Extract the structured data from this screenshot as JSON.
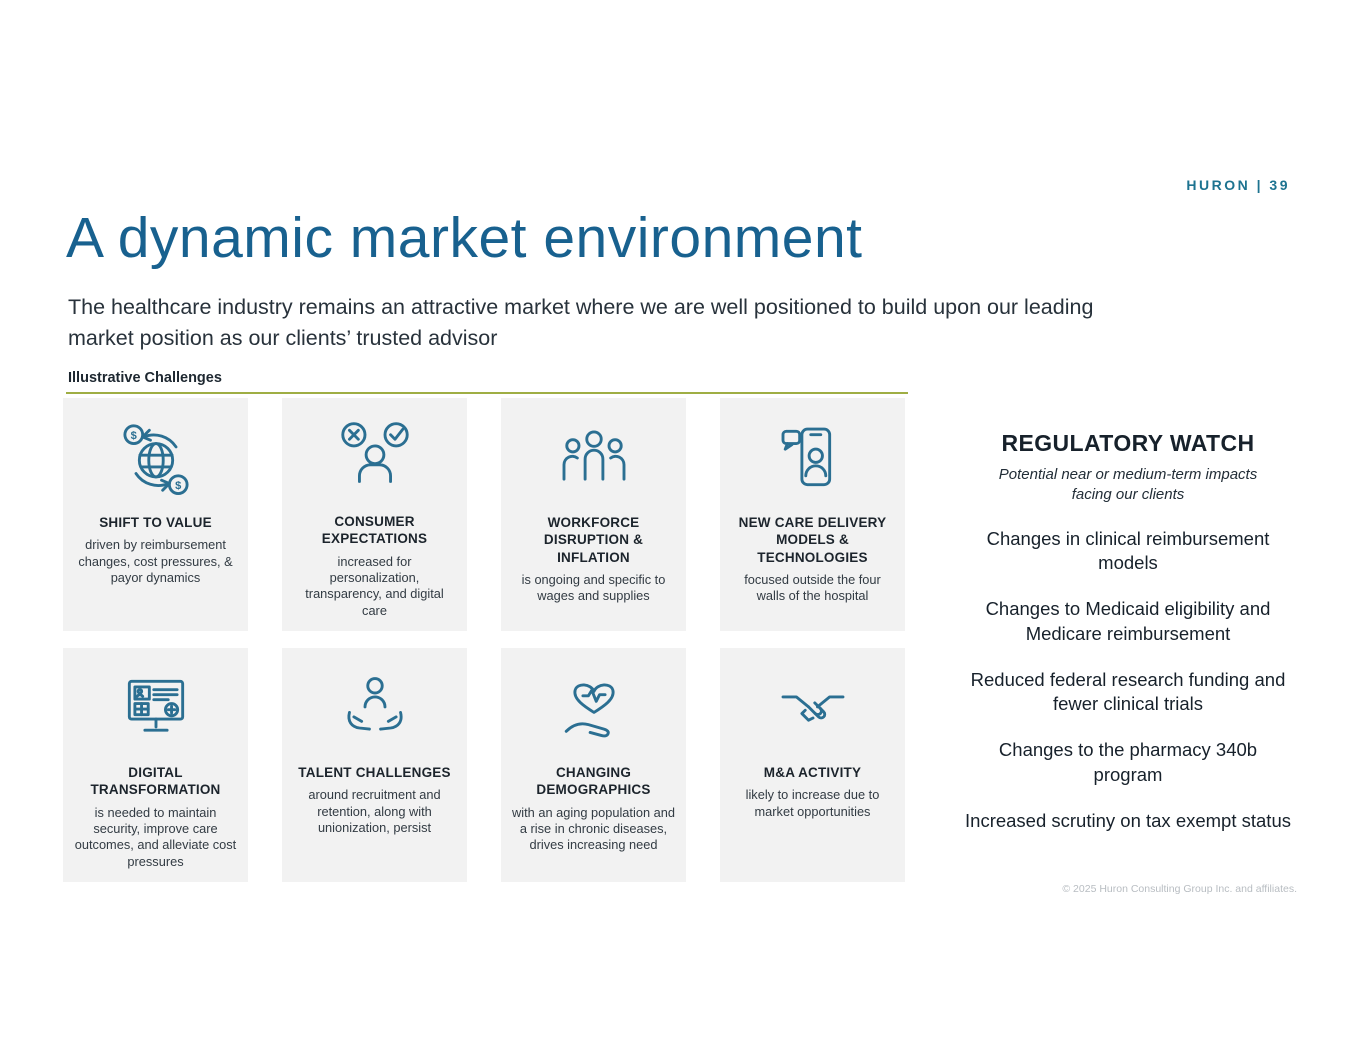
{
  "page": {
    "header": "HURON | 39",
    "title": "A dynamic market environment",
    "subtitle": "The healthcare industry remains an attractive market where we are well positioned to build upon our leading market position as our clients’ trusted advisor",
    "section_label": "Illustrative Challenges",
    "copyright": "© 2025 Huron Consulting Group Inc. and affiliates."
  },
  "colors": {
    "accent_blue": "#18618f",
    "icon_blue": "#2b6f92",
    "divider_green": "#9fae44",
    "card_bg": "#f2f2f2"
  },
  "cards": [
    {
      "icon": "globe-dollar-cycle-icon",
      "title": "SHIFT TO VALUE",
      "body": "driven by reimbursement changes, cost pressures, & payor dynamics"
    },
    {
      "icon": "person-check-x-icon",
      "title": "CONSUMER EXPECTATIONS",
      "body": "increased for personalization, transparency, and digital care"
    },
    {
      "icon": "workforce-group-icon",
      "title": "WORKFORCE DISRUPTION & INFLATION",
      "body": "is ongoing and specific to wages and supplies"
    },
    {
      "icon": "telehealth-phone-icon",
      "title": "NEW CARE DELIVERY MODELS & TECHNOLOGIES",
      "body": "focused outside the four walls of the hospital"
    },
    {
      "icon": "digital-monitor-icon",
      "title": "DIGITAL TRANSFORMATION",
      "body": "is needed to maintain security, improve care outcomes, and alleviate cost pressures"
    },
    {
      "icon": "hands-person-icon",
      "title": "TALENT CHALLENGES",
      "body": "around recruitment and retention, along with unionization, persist"
    },
    {
      "icon": "heart-hand-icon",
      "title": "CHANGING DEMOGRAPHICS",
      "body": "with an aging population and a rise in chronic diseases, drives increasing need"
    },
    {
      "icon": "handshake-icon",
      "title": "M&A ACTIVITY",
      "body": "likely to increase due to market opportunities"
    }
  ],
  "regulatory": {
    "title": "REGULATORY WATCH",
    "subtitle": "Potential near or medium-term impacts facing our clients",
    "items": [
      "Changes in clinical reimbursement models",
      "Changes to Medicaid eligibility and Medicare reimbursement",
      "Reduced federal research funding and fewer clinical trials",
      "Changes to the pharmacy 340b program",
      "Increased scrutiny on tax exempt status"
    ]
  }
}
